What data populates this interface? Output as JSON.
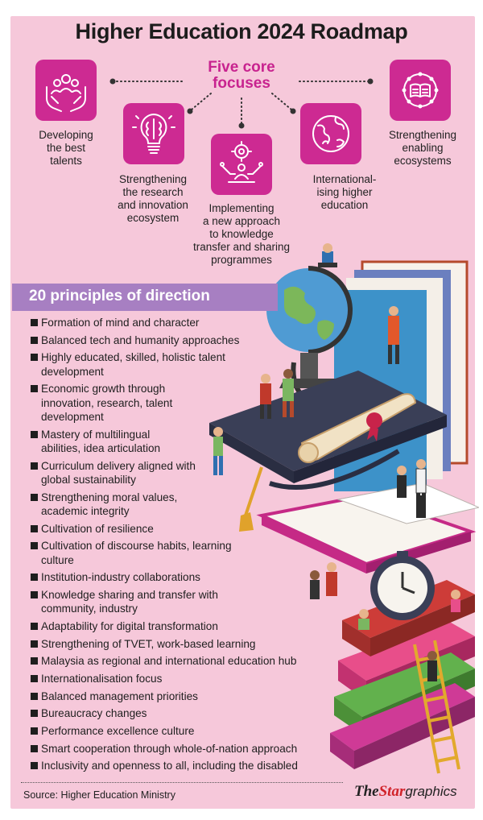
{
  "title": "Higher Education 2024 Roadmap",
  "focus_heading_line1": "Five core",
  "focus_heading_line2": "focuses",
  "focuses": [
    {
      "label_lines": [
        "Developing",
        "the best",
        "talents"
      ],
      "icon": "talent-hands-icon"
    },
    {
      "label_lines": [
        "Strengthening",
        "the research",
        "and innovation",
        "ecosystem"
      ],
      "icon": "lightbulb-brain-icon"
    },
    {
      "label_lines": [
        "Implementing",
        "a new approach",
        "to knowledge",
        "transfer and sharing",
        "programmes"
      ],
      "icon": "knowledge-transfer-icon"
    },
    {
      "label_lines": [
        "International-",
        "ising higher",
        "education"
      ],
      "icon": "globe-icon"
    },
    {
      "label_lines": [
        "Strengthening",
        "enabling",
        "ecosystems"
      ],
      "icon": "book-network-icon"
    }
  ],
  "principles_title": "20 principles of direction",
  "principles": [
    "Formation of mind and character",
    "Balanced tech and humanity approaches",
    "Highly educated, skilled, holistic talent development",
    "Economic growth through innovation, research, talent development",
    "Mastery of multilingual abilities, idea articulation",
    "Curriculum delivery aligned with global sustainability",
    "Strengthening moral values, academic integrity",
    "Cultivation of resilience",
    "Cultivation of discourse habits, learning culture",
    "Institution-industry collaborations",
    "Knowledge sharing and transfer with community, industry",
    "Adaptability for digital transformation",
    "Strengthening of TVET, work-based learning",
    "Malaysia as regional and international education hub",
    "Internationalisation focus",
    "Balanced management priorities",
    "Bureaucracy changes",
    "Performance excellence culture",
    "Smart cooperation through whole-of-nation approach",
    "Inclusivity and openness to all, including the disabled"
  ],
  "source": "Source: Higher Education Ministry",
  "brand": {
    "part1": "The",
    "part2": "Star",
    "part3": "graphics"
  },
  "colors": {
    "panel": "#f6c8da",
    "accent": "#cd2a92",
    "bar": "#a77fc2"
  }
}
